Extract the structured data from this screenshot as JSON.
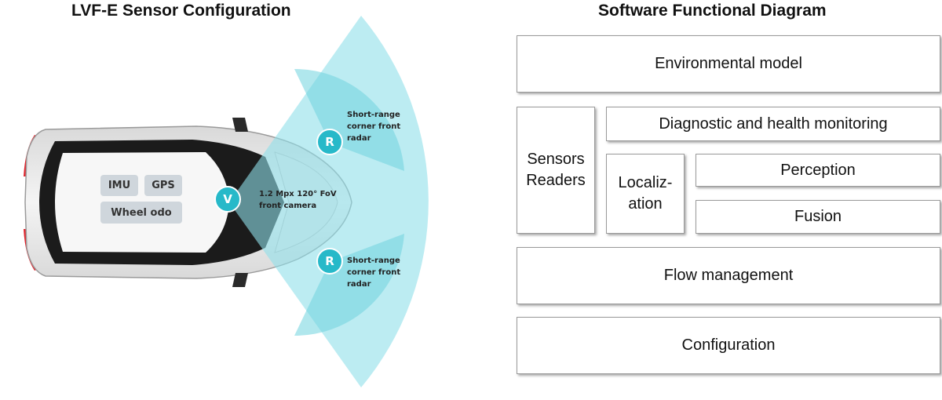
{
  "sensor_config": {
    "title": "LVF-E Sensor Configuration",
    "chips": {
      "imu": "IMU",
      "gps": "GPS",
      "wheel_odo": "Wheel odo"
    },
    "camera": {
      "badge": "V",
      "label_line1": "1.2 Mpx 120° FoV",
      "label_line2": "front camera"
    },
    "radar_top": {
      "badge": "R",
      "label_line1": "Short-range",
      "label_line2": "corner front",
      "label_line3": "radar"
    },
    "radar_bottom": {
      "badge": "R",
      "label_line1": "Short-range",
      "label_line2": "corner front",
      "label_line3": "radar"
    },
    "colors": {
      "fov": "#8fe0ea",
      "badge": "#27b9c9",
      "chip": "#cfd6dc",
      "car_accent": "#e0242c"
    }
  },
  "software_diagram": {
    "title": "Software Functional Diagram",
    "environmental_model": "Environmental model",
    "diagnostic": "Diagnostic and health monitoring",
    "sensors_readers": {
      "line1": "Sensors",
      "line2": "Readers"
    },
    "localization": {
      "line1": "Localiz-",
      "line2": "ation"
    },
    "perception": "Perception",
    "fusion": "Fusion",
    "flow_management": "Flow management",
    "configuration": "Configuration"
  }
}
